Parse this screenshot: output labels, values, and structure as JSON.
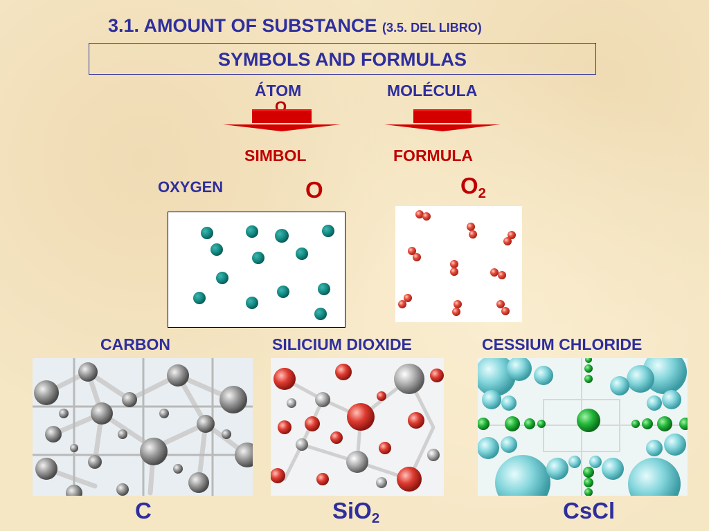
{
  "title": {
    "main": "3.1. AMOUNT OF SUBSTANCE",
    "note": "(3.5. DEL LIBRO)"
  },
  "subtitle": "SYMBOLS AND FORMULAS",
  "columns": {
    "atom": {
      "label": "ÁTOM",
      "result": "SIMBOL"
    },
    "molecule": {
      "label": "MOLÉCULA",
      "result": "FORMULA"
    }
  },
  "stray_char": "O",
  "example": {
    "element": "OXYGEN",
    "symbol": "O",
    "formula_base": "O",
    "formula_sub": "2"
  },
  "structures": [
    {
      "name": "CARBON",
      "formula_base": "C",
      "formula_sub": ""
    },
    {
      "name": "SILICIUM DIOXIDE",
      "formula_base": "SiO",
      "formula_sub": "2"
    },
    {
      "name": "CESSIUM CHLORIDE",
      "formula_base": "CsCl",
      "formula_sub": ""
    }
  ],
  "colors": {
    "heading": "#2e2e9e",
    "emphasis": "#c00000",
    "oxygen_atom": "#1a8c86",
    "oxygen_molecule": "#e04a3a",
    "carbon": "#9a9a9a",
    "silicon": "#a8a8a8",
    "cesium": "#7fd6dd",
    "chlorine": "#21b33a"
  }
}
